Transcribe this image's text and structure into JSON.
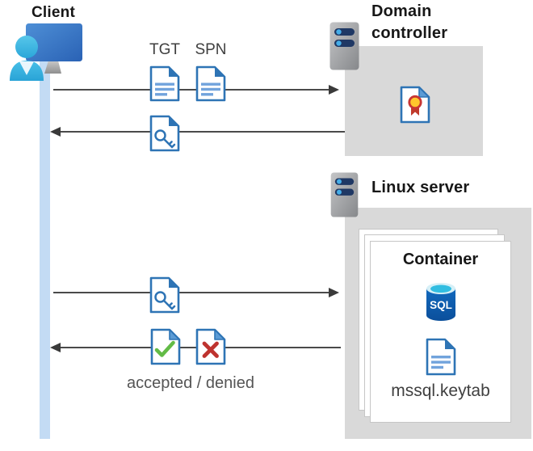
{
  "client": {
    "label": "Client"
  },
  "domain_controller": {
    "label_line1": "Domain",
    "label_line2": "controller"
  },
  "linux_server": {
    "label": "Linux server"
  },
  "container": {
    "title": "Container",
    "sql_badge": "SQL",
    "keytab_file": "mssql.keytab"
  },
  "flow": {
    "tgt": "TGT",
    "spn": "SPN",
    "result": "accepted / denied"
  },
  "icons": {
    "client": "client-user-monitor-icon",
    "server": "server-icon",
    "ticket": "ticket-document-icon",
    "key": "key-document-icon",
    "certificate": "certificate-document-icon",
    "accepted": "accepted-check-document-icon",
    "denied": "denied-x-document-icon",
    "sql": "sql-database-icon"
  },
  "colors": {
    "doc_blue": "#2E74B5",
    "doc_line_blue": "#71A3DC",
    "fold_light_blue": "#5B9BD5",
    "green_check": "#62BB46",
    "red_x": "#BE332F",
    "badge_yellow": "#FFC72C",
    "badge_red": "#C73633",
    "sql_body_blue": "#0F62B4",
    "sql_top_cyan": "#31BDE1",
    "server_pill_navy": "#1F3864",
    "server_dot_blue": "#45AEE9",
    "box_gray": "#D9D9D9",
    "lifeline_blue": "#C3DBF4",
    "arrow_gray": "#4A4A4A"
  }
}
